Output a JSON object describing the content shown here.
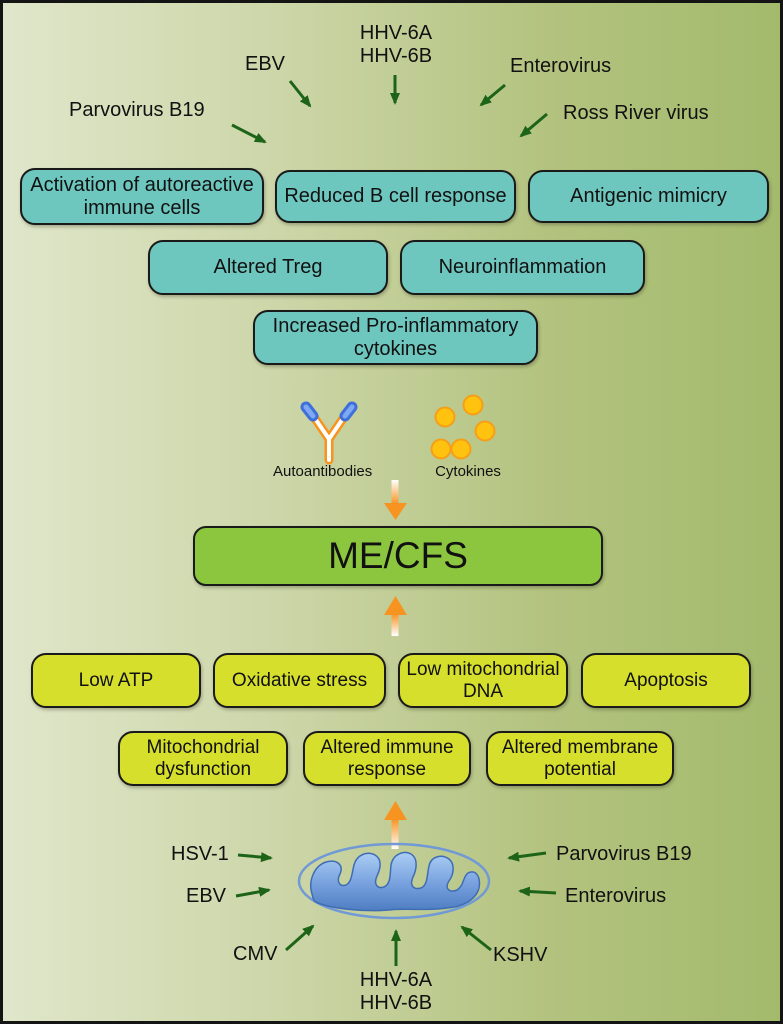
{
  "immune_section": {
    "viruses": {
      "parvovirus_b19": "Parvovirus B19",
      "ebv": "EBV",
      "hhv6a": "HHV-6A",
      "hhv6b": "HHV-6B",
      "enterovirus": "Enterovirus",
      "ross_river": "Ross River virus"
    },
    "effects": [
      {
        "label": "Activation of autoreactive immune cells"
      },
      {
        "label": "Reduced B cell response"
      },
      {
        "label": "Antigenic mimicry"
      },
      {
        "label": "Altered Treg"
      },
      {
        "label": "Neuroinflammation"
      },
      {
        "label": "Increased Pro-inflammatory cytokines"
      }
    ],
    "mediators": {
      "autoantibodies": "Autoantibodies",
      "cytokines": "Cytokines"
    }
  },
  "center_box": {
    "label": "ME/CFS"
  },
  "mitochondrial_section": {
    "effects": [
      {
        "label": "Low ATP"
      },
      {
        "label": "Oxidative stress"
      },
      {
        "label": "Low mitochondrial DNA"
      },
      {
        "label": "Apoptosis"
      },
      {
        "label": "Mitochondrial dysfunction"
      },
      {
        "label": "Altered immune response"
      },
      {
        "label": "Altered membrane potential"
      }
    ],
    "viruses": {
      "hsv1": "HSV-1",
      "ebv": "EBV",
      "cmv": "CMV",
      "hhv6a": "HHV-6A",
      "hhv6b": "HHV-6B",
      "kshv": "KSHV",
      "parvovirus_b19": "Parvovirus B19",
      "enterovirus": "Enterovirus"
    }
  },
  "icons": {
    "antibody_icon": "Y-shaped antibody, orange body with blue tips",
    "cytokines_icon": "cluster of five gold circles",
    "mitochondrion_icon": "blue mitochondrion with cristae"
  },
  "edges": [
    {
      "from": "Parvovirus B19",
      "to": "immune effects"
    },
    {
      "from": "EBV",
      "to": "immune effects"
    },
    {
      "from": "HHV-6A/HHV-6B",
      "to": "immune effects"
    },
    {
      "from": "Enterovirus",
      "to": "immune effects"
    },
    {
      "from": "Ross River virus",
      "to": "immune effects"
    },
    {
      "from": "immune mediators",
      "to": "ME/CFS"
    },
    {
      "from": "mitochondrial effects",
      "to": "ME/CFS"
    },
    {
      "from": "HSV-1",
      "to": "mitochondrion"
    },
    {
      "from": "EBV",
      "to": "mitochondrion"
    },
    {
      "from": "CMV",
      "to": "mitochondrion"
    },
    {
      "from": "HHV-6A/HHV-6B",
      "to": "mitochondrion"
    },
    {
      "from": "KSHV",
      "to": "mitochondrion"
    },
    {
      "from": "Parvovirus B19",
      "to": "mitochondrion"
    },
    {
      "from": "Enterovirus",
      "to": "mitochondrion"
    }
  ],
  "colors": {
    "background_left": "#e0e6ca",
    "background_right": "#a3ba6c",
    "teal_box": "#6ec7bf",
    "green_box": "#8cc63f",
    "yellow_box": "#d7df2d",
    "arrow_green": "#1d6418",
    "arrow_orange": "#f79421",
    "mitochondrion_blue": "#7099d5",
    "cytokine_gold": "#ffc20e"
  }
}
